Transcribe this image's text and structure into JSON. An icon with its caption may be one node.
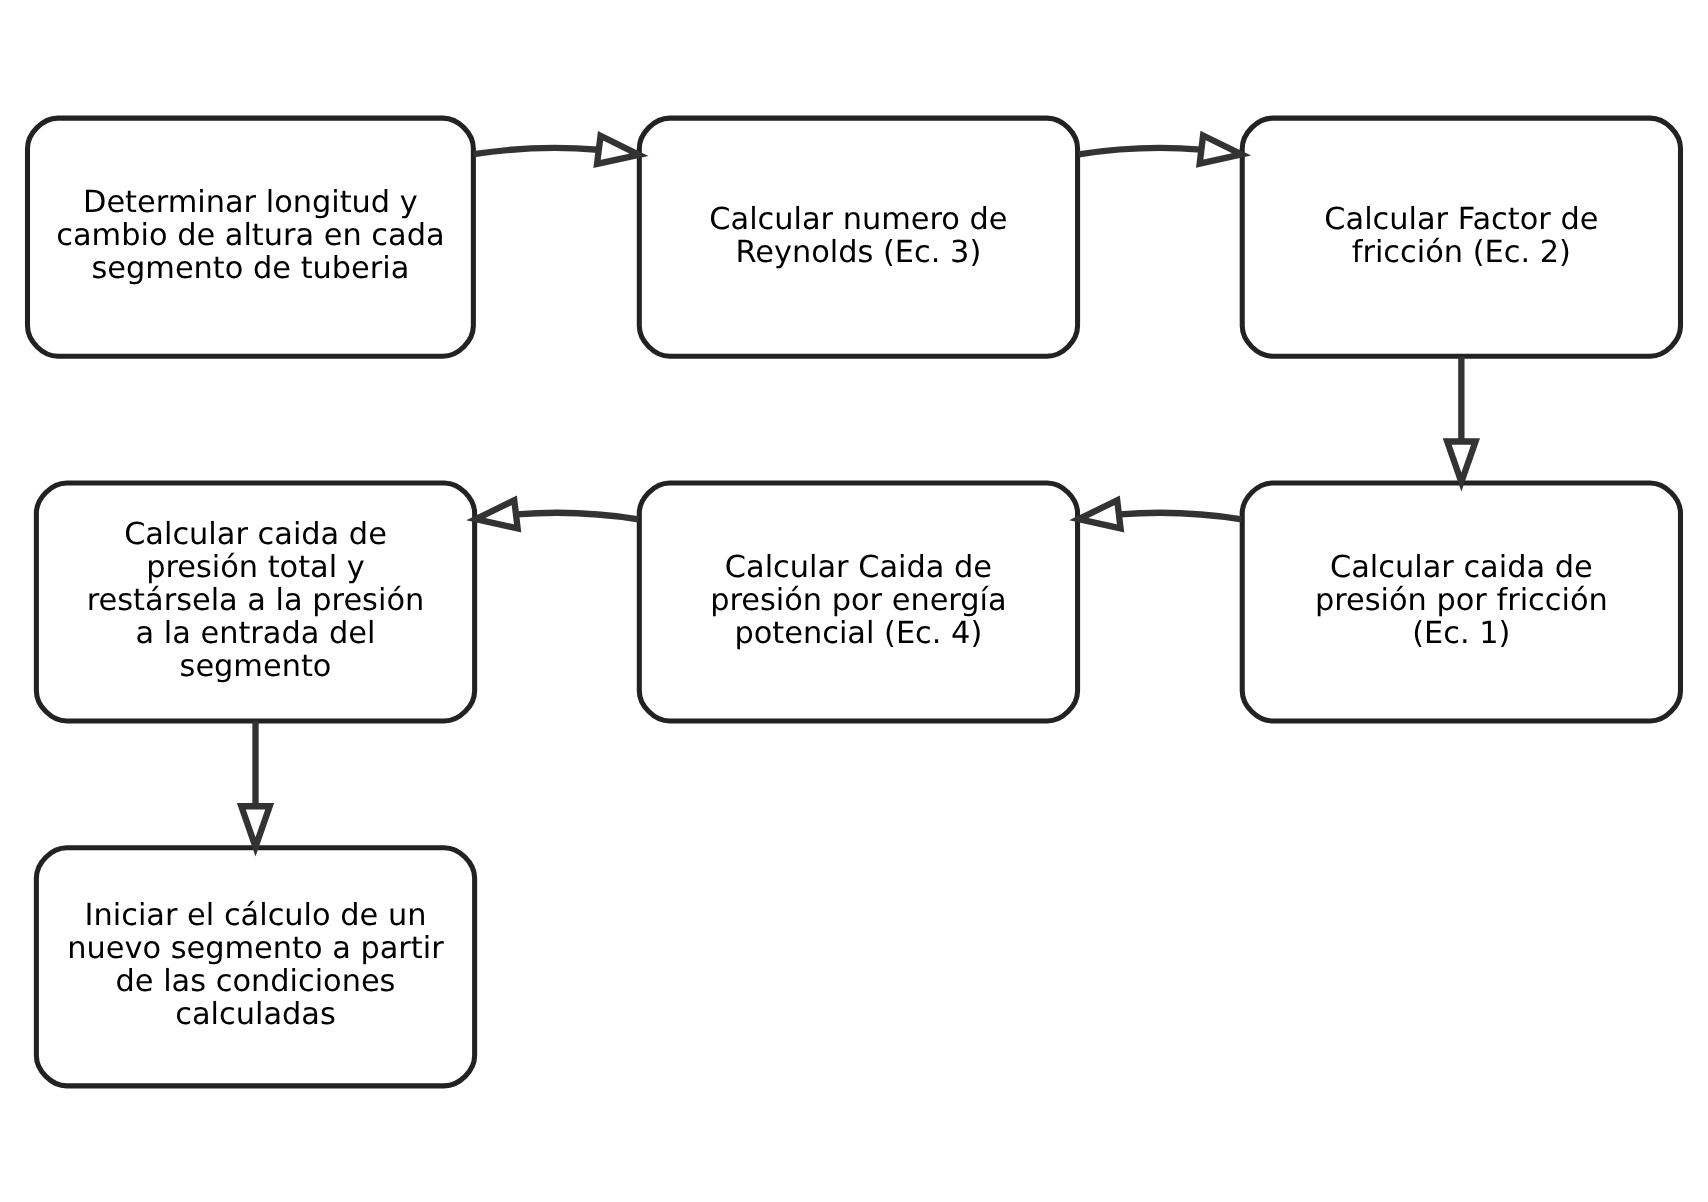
{
  "diagram": {
    "nodes": [
      {
        "text": [
          "Determinar longitud y cambio de altura en cada segmento de tuberia"
        ]
      },
      {
        "text": [
          "Calcular numero de Reynolds (Ec. 3)"
        ]
      },
      {
        "text": [
          "Calcular Factor de fricción (Ec. 2)"
        ]
      },
      {
        "text": [
          "Calcular caida de presión por fricción (Ec. 1)"
        ]
      },
      {
        "text": [
          "Calcular Caida de presión por energía potencial (Ec. 4)"
        ]
      },
      {
        "text": [
          "Calcular caida de presión total y restársela a la presión a la entrada del segmento"
        ]
      },
      {
        "text": [
          "Iniciar el cálculo de un nuevo segmento a partir de las condiciones calculadas"
        ]
      }
    ],
    "edges": [
      {
        "from": 0,
        "to": 1,
        "arrow": "to"
      },
      {
        "from": 1,
        "to": 2,
        "arrow": "to"
      },
      {
        "from": 2,
        "to": 3,
        "arrow": "to"
      },
      {
        "from": 3,
        "to": 4,
        "arrow": "to"
      },
      {
        "from": 4,
        "to": 5,
        "arrow": "to"
      },
      {
        "from": 5,
        "to": 6,
        "arrow": "to"
      }
    ]
  }
}
